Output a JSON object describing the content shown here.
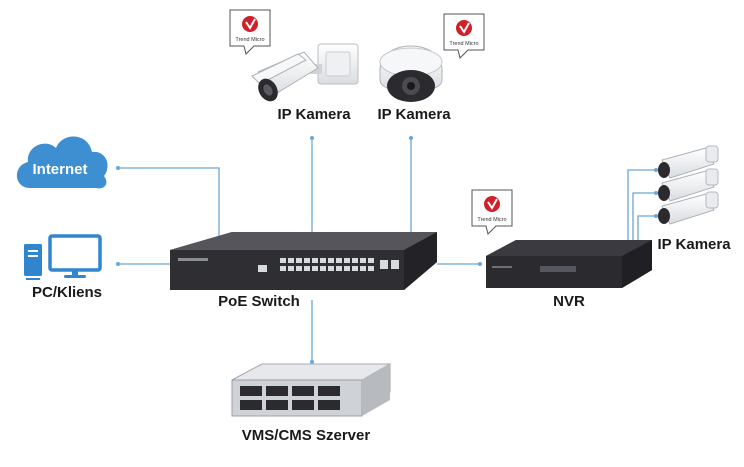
{
  "labels": {
    "camera_bullet": "IP Kamera",
    "camera_dome": "IP Kamera",
    "cloud": "Internet",
    "pc": "PC/Kliens",
    "switch": "PoE Switch",
    "nvr": "NVR",
    "nvr_cameras": "IP Kamera",
    "server": "VMS/CMS Szerver"
  },
  "badges": {
    "text": "Trend Micro"
  },
  "colors": {
    "connector": "#6aa6d6",
    "cloud": "#3d8fd1",
    "pc": "#2f86cf",
    "badge_red": "#d0202a",
    "device_dark": "#2b2b2f"
  },
  "icons": [
    "cloud-icon",
    "pc-icon",
    "bullet-camera-icon",
    "dome-camera-icon",
    "switch-icon",
    "nvr-icon",
    "server-icon",
    "trend-micro-badge-icon"
  ]
}
